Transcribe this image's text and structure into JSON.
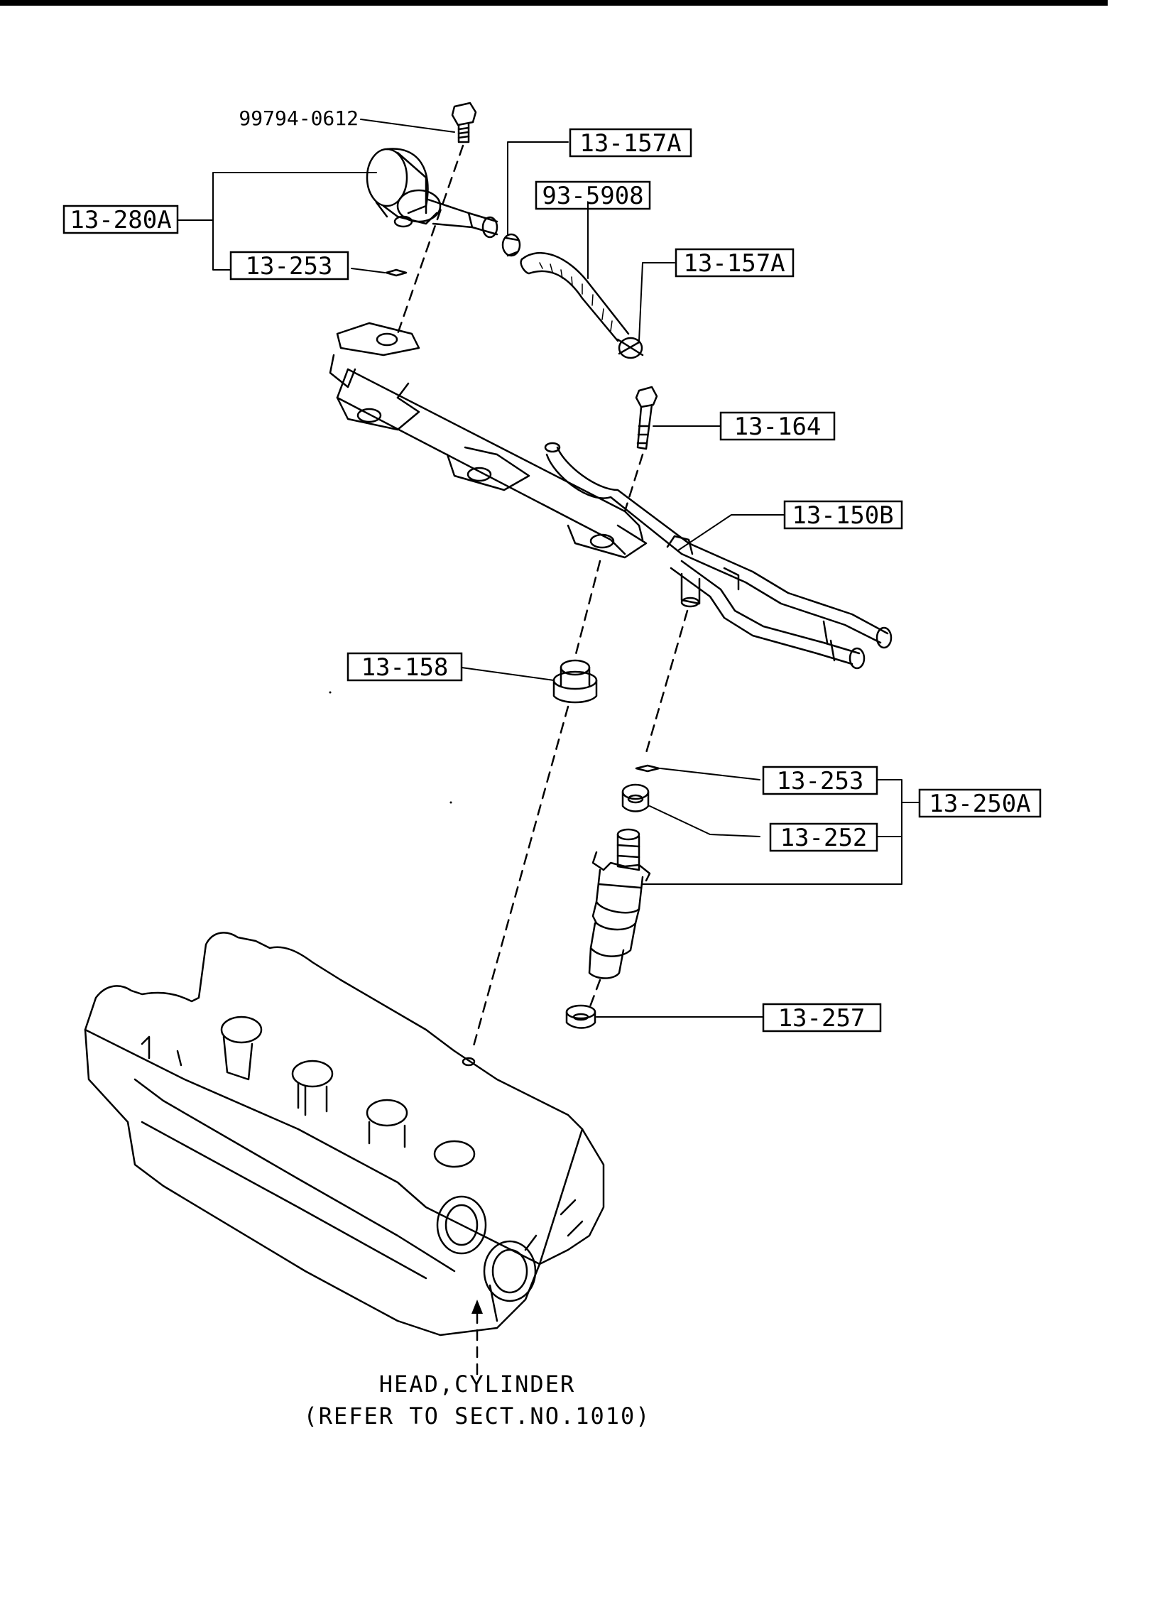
{
  "parts": {
    "bolt_regulator": "99794-0612",
    "clamp_top": "13-157A",
    "hose": "93-5908",
    "regulator_assy": "13-280A",
    "oring_top": "13-253",
    "clamp_bottom": "13-157A",
    "bolt_rail": "13-164",
    "fuel_rail": "13-150B",
    "spacer": "13-158",
    "oring_injector": "13-253",
    "injector_assy": "13-250A",
    "cushion": "13-252",
    "insulator": "13-257"
  },
  "caption": {
    "line1": "HEAD,CYLINDER",
    "line2": "(REFER TO SECT.NO.1010)"
  }
}
